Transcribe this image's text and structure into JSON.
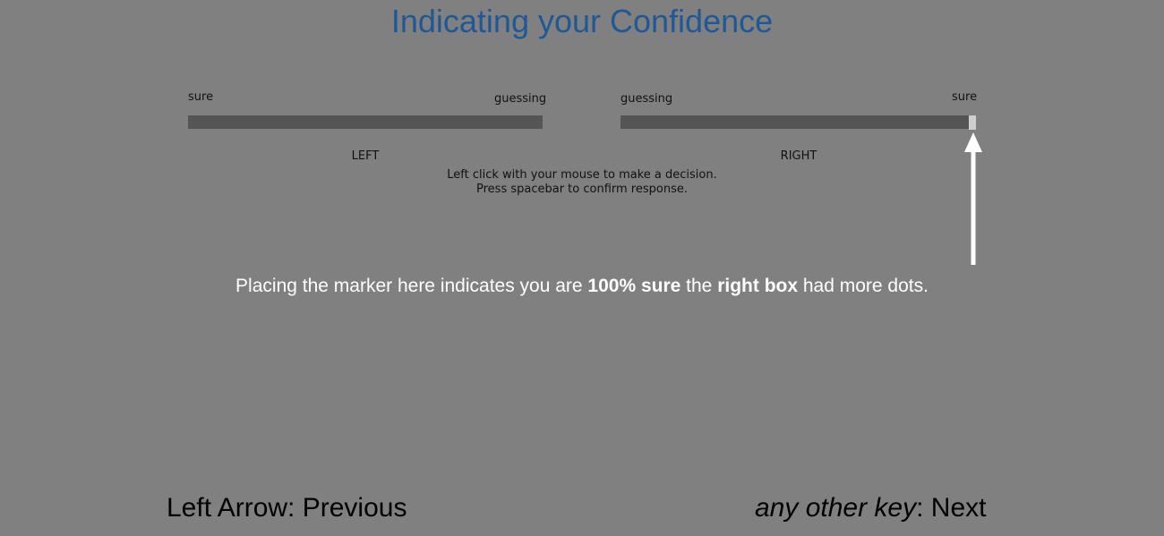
{
  "title": "Indicating your Confidence",
  "left_scale": {
    "end_label": "sure",
    "center_label": "guessing",
    "side_label": "LEFT"
  },
  "right_scale": {
    "center_label": "guessing",
    "end_label": "sure",
    "side_label": "RIGHT",
    "marker_position": 1.0
  },
  "instructions": {
    "line1": "Left click with your mouse to make a decision.",
    "line2": "Press spacebar to confirm response."
  },
  "callout": {
    "part1": "Placing the marker here indicates you are ",
    "bold1": "100% sure",
    "part2": " the ",
    "bold2": "right box",
    "part3": " had more dots."
  },
  "nav": {
    "previous": "Left Arrow: Previous",
    "next_key": "any other key",
    "next_suffix": ": Next"
  },
  "colors": {
    "background": "#808080",
    "title": "#1f5896",
    "track": "#555555",
    "marker": "#cfcfcf",
    "arrow": "#ffffff"
  },
  "icons": {
    "arrow": "up-arrow-icon"
  }
}
